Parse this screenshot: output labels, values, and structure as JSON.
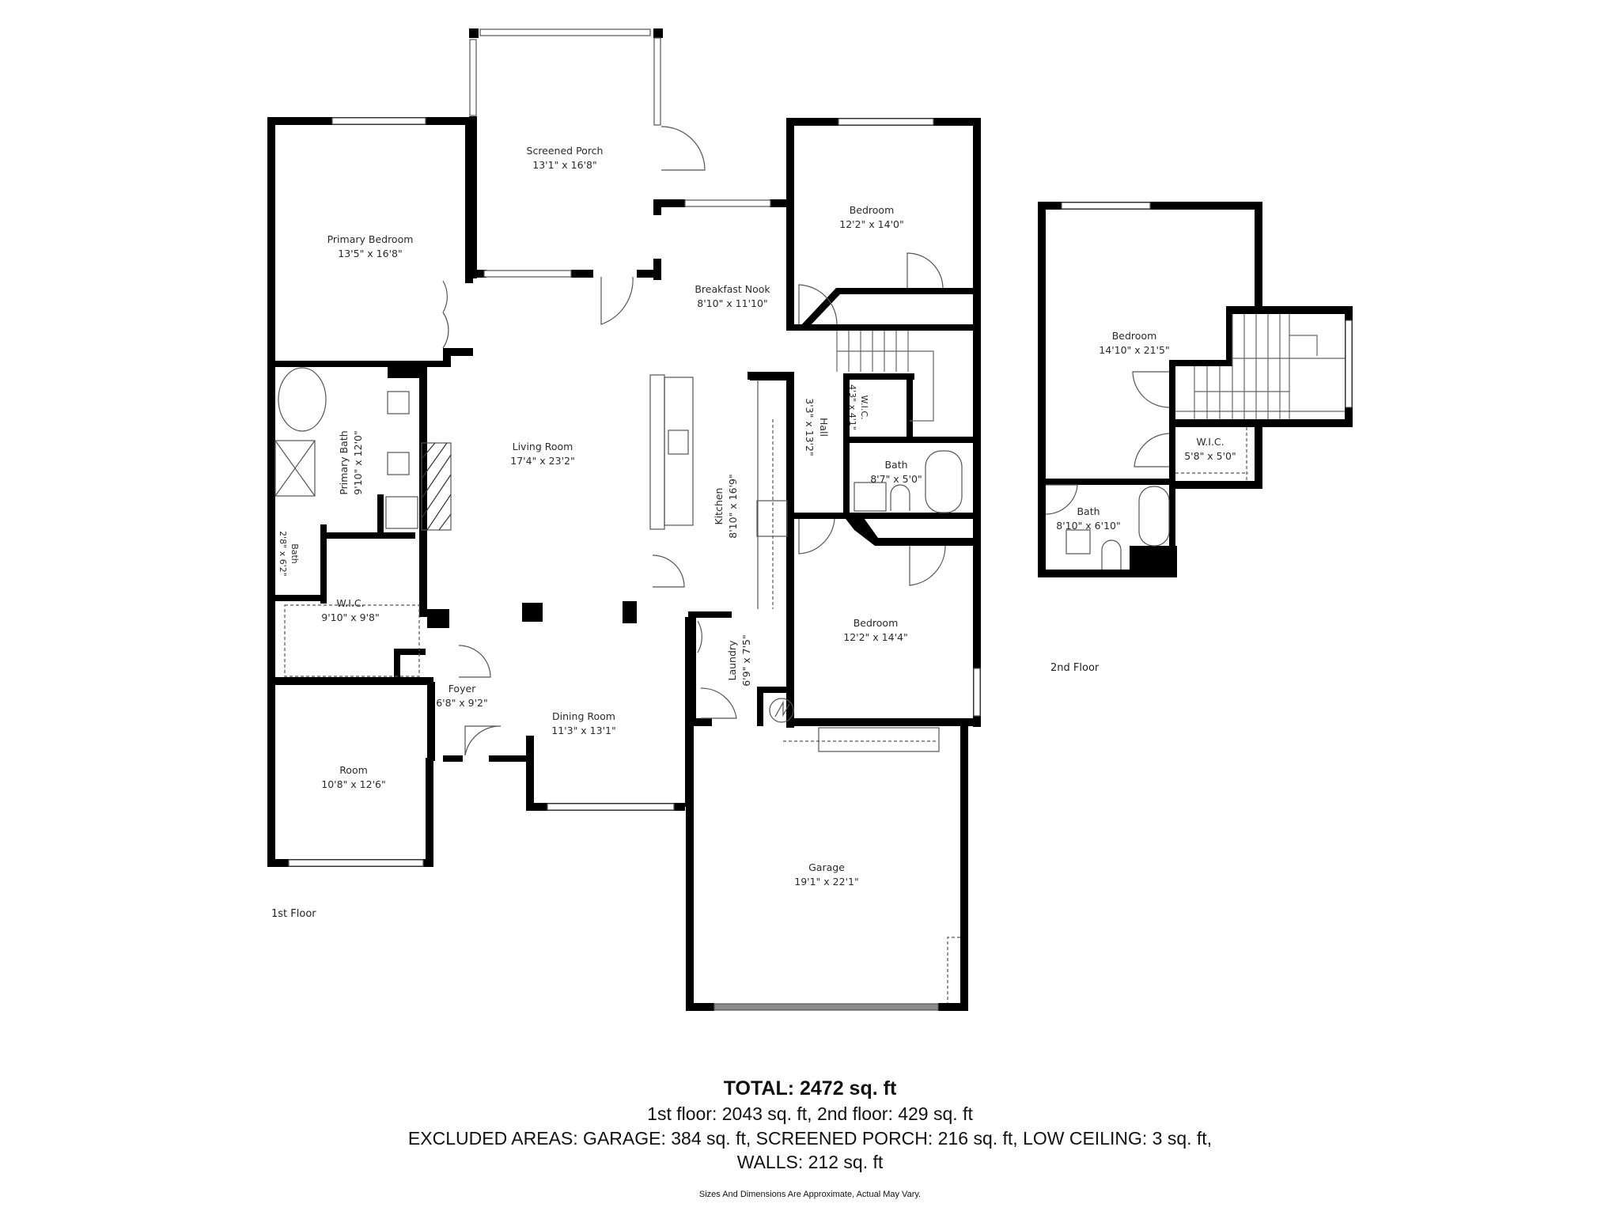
{
  "floors": [
    {
      "label": "1st Floor",
      "rooms": [
        {
          "name": "Screened Porch",
          "dims": "13'1\" x 16'8\""
        },
        {
          "name": "Primary Bedroom",
          "dims": "13'5\" x 16'8\""
        },
        {
          "name": "Bedroom",
          "dims": "12'2\" x 14'0\""
        },
        {
          "name": "Breakfast Nook",
          "dims": "8'10\" x 11'10\""
        },
        {
          "name": "Living Room",
          "dims": "17'4\" x 23'2\""
        },
        {
          "name": "Primary Bath",
          "dims": "9'10\" x 12'0\""
        },
        {
          "name": "Kitchen",
          "dims": "8'10\" x 16'9\""
        },
        {
          "name": "Hall",
          "dims": "3'3\" x 13'2\""
        },
        {
          "name": "W.I.C.",
          "dims": "4'3\" x 4'1\""
        },
        {
          "name": "Bath",
          "dims": "8'7\" x 5'0\""
        },
        {
          "name": "Bath",
          "dims": "2'8\" x 6'2\""
        },
        {
          "name": "W.I.C.",
          "dims": "9'10\" x 9'8\""
        },
        {
          "name": "Bedroom",
          "dims": "12'2\" x 14'4\""
        },
        {
          "name": "Laundry",
          "dims": "6'9\" x 7'5\""
        },
        {
          "name": "Foyer",
          "dims": "6'8\" x 9'2\""
        },
        {
          "name": "Dining Room",
          "dims": "11'3\" x 13'1\""
        },
        {
          "name": "Room",
          "dims": "10'8\" x 12'6\""
        },
        {
          "name": "Garage",
          "dims": "19'1\" x 22'1\""
        }
      ]
    },
    {
      "label": "2nd Floor",
      "rooms": [
        {
          "name": "Bedroom",
          "dims": "14'10\" x 21'5\""
        },
        {
          "name": "W.I.C.",
          "dims": "5'8\" x 5'0\""
        },
        {
          "name": "Bath",
          "dims": "8'10\" x 6'10\""
        }
      ]
    }
  ],
  "summary": {
    "total": "TOTAL: 2472 sq. ft",
    "floors_line": "1st floor: 2043 sq. ft, 2nd floor: 429 sq. ft",
    "excluded_line": "EXCLUDED AREAS: GARAGE: 384 sq. ft, SCREENED PORCH: 216 sq. ft, LOW CEILING: 3 sq. ft,",
    "walls_line": "WALLS: 212 sq. ft",
    "disclaimer": "Sizes And Dimensions Are Approximate, Actual May Vary."
  },
  "colors": {
    "wall": "#000000",
    "background": "#ffffff",
    "fixture": "#555555",
    "garage_door": "#8a8a8a"
  }
}
